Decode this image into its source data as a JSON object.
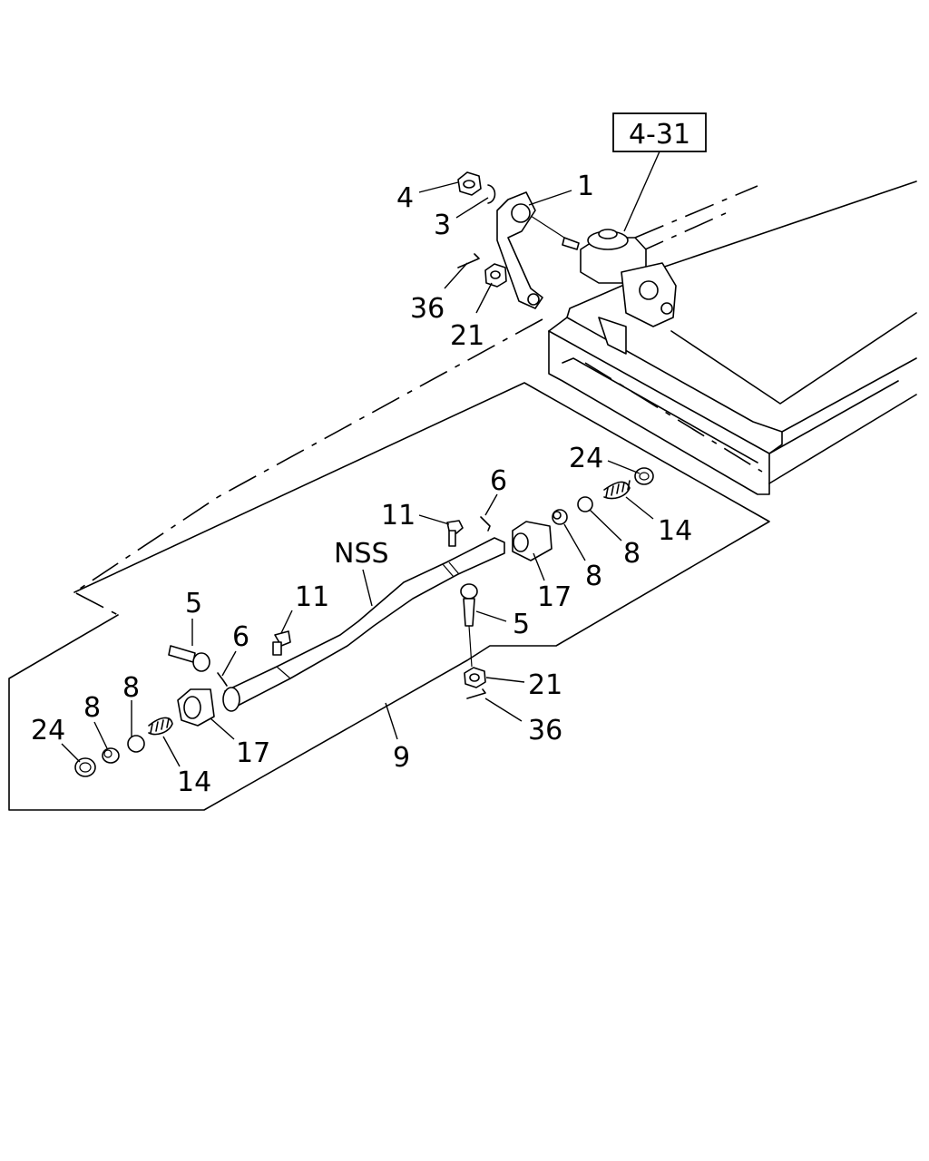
{
  "callouts": {
    "ref_box": "4-31",
    "upper": {
      "p1": "1",
      "p3": "3",
      "p4": "4",
      "p21": "21",
      "p36": "36"
    },
    "middle": {
      "p24": "24",
      "p14": "14",
      "p8a": "8",
      "p8b": "8",
      "p17": "17",
      "p6": "6",
      "p11": "11",
      "nss": "NSS",
      "p5": "5",
      "p21": "21",
      "p36": "36"
    },
    "lower": {
      "p5": "5",
      "p6": "6",
      "p11": "11",
      "p8a": "8",
      "p8b": "8",
      "p24": "24",
      "p17": "17",
      "p14": "14",
      "p9": "9"
    }
  }
}
